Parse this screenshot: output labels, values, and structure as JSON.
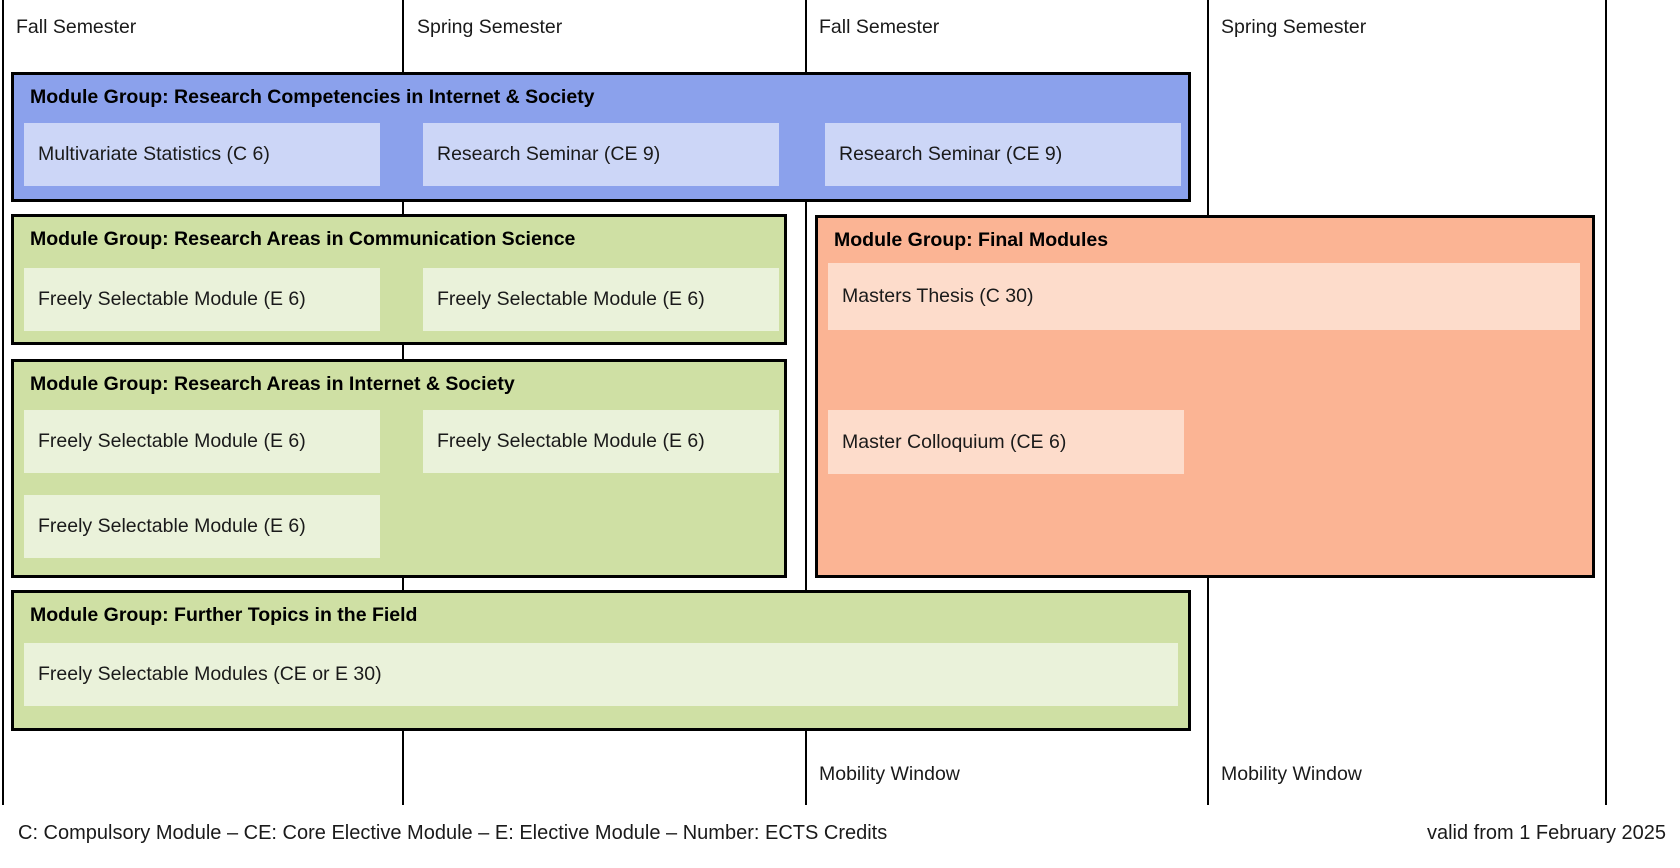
{
  "columns": [
    {
      "label": "Fall Semester"
    },
    {
      "label": "Spring Semester"
    },
    {
      "label": "Fall Semester"
    },
    {
      "label": "Spring Semester"
    }
  ],
  "groups": [
    {
      "title": "Module Group: Research Competencies in Internet & Society",
      "color": "#8ba1ec",
      "module_color": "#ccd6f7",
      "modules": [
        {
          "label": "Multivariate Statistics (C 6)"
        },
        {
          "label": "Research Seminar (CE 9)"
        },
        {
          "label": "Research Seminar (CE 9)"
        }
      ]
    },
    {
      "title": "Module Group: Research Areas in Communication Science",
      "color": "#cfe0a4",
      "module_color": "#eaf2da",
      "modules": [
        {
          "label": "Freely Selectable Module (E 6)"
        },
        {
          "label": "Freely Selectable Module (E 6)"
        }
      ]
    },
    {
      "title": "Module Group: Research Areas in Internet & Society",
      "color": "#cfe0a4",
      "module_color": "#eaf2da",
      "modules": [
        {
          "label": "Freely Selectable Module (E 6)"
        },
        {
          "label": "Freely Selectable Module (E 6)"
        },
        {
          "label": "Freely Selectable Module (E 6)"
        }
      ]
    },
    {
      "title": "Module Group: Final Modules",
      "color": "#fbb494",
      "module_color": "#fddccb",
      "modules": [
        {
          "label": "Masters Thesis (C 30)"
        },
        {
          "label": "Master Colloquium (CE 6)"
        }
      ]
    },
    {
      "title": "Module Group: Further Topics in the Field",
      "color": "#cfe0a4",
      "module_color": "#eaf2da",
      "modules": [
        {
          "label": "Freely Selectable Modules (CE or E 30)"
        }
      ]
    }
  ],
  "mobility_windows": [
    {
      "label": "Mobility Window"
    },
    {
      "label": "Mobility Window"
    }
  ],
  "footer": {
    "legend": "C: Compulsory Module – CE: Core Elective Module – E: Elective Module – Number: ECTS Credits",
    "valid_from": "valid from 1 February 2025"
  },
  "colors": {
    "blue-group": "#8ba1ec",
    "blue-module": "#ccd6f7",
    "green-group": "#cfe0a4",
    "green-module": "#eaf2da",
    "orange-group": "#fbb494",
    "orange-module": "#fddccb",
    "line": "#000000",
    "text": "#1a1a1a"
  }
}
